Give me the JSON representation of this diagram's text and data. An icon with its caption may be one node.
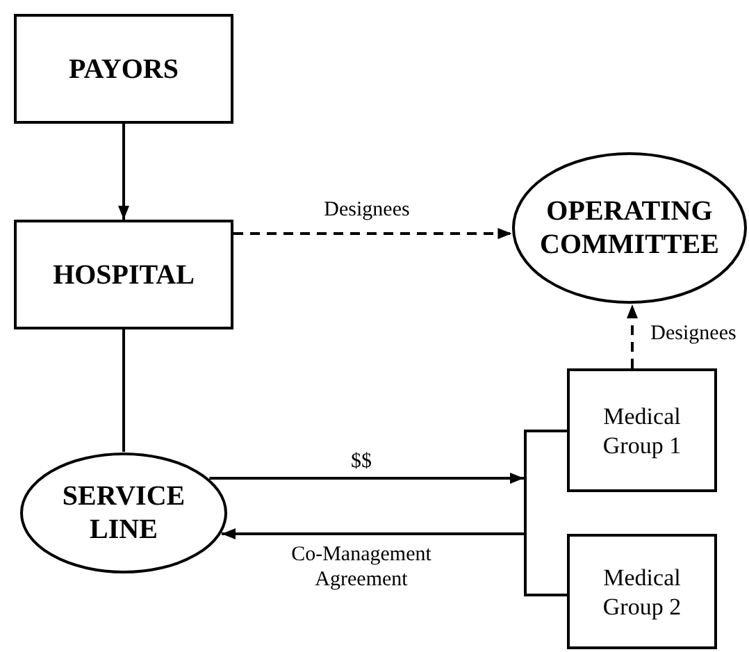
{
  "diagram": {
    "nodes": [
      {
        "text": [
          "PAYORS"
        ]
      },
      {
        "text": [
          "HOSPITAL"
        ]
      },
      {
        "text": [
          "OPERATING COMMITTEE"
        ]
      },
      {
        "text": [
          "SERVICE LINE"
        ]
      },
      {
        "text": [
          "Medical Group 1"
        ]
      },
      {
        "text": [
          "Medical Group 2"
        ]
      },
      {
        "text": [],
        "shape": "bar"
      }
    ],
    "edges": [
      {
        "from": 0,
        "to": 1,
        "arrow": "to"
      },
      {
        "from": 1,
        "to": 2,
        "arrow": "to",
        "label": "Designees",
        "style": "dashed"
      },
      {
        "from": 1,
        "to": 3,
        "arrow": "none"
      },
      {
        "from": 3,
        "to": 6,
        "arrow": "to",
        "label": "$$"
      },
      {
        "from": 6,
        "to": 3,
        "arrow": "to",
        "label": "Co-Management Agreement"
      },
      {
        "from": 6,
        "to": 4,
        "arrow": "none"
      },
      {
        "from": 6,
        "to": 5,
        "arrow": "none"
      },
      {
        "from": 4,
        "to": 2,
        "arrow": "to",
        "label": "Designees",
        "style": "dashed"
      }
    ]
  }
}
